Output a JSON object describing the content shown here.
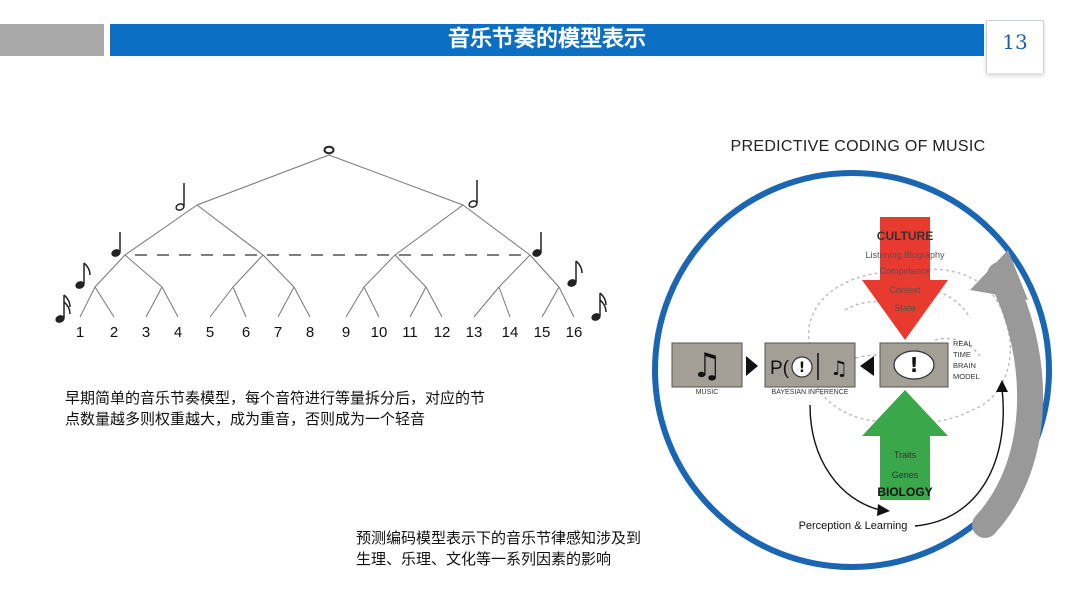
{
  "header": {
    "title": "音乐节奏的模型表示",
    "page_number": "13"
  },
  "tree": {
    "leaf_labels": [
      "1",
      "2",
      "3",
      "4",
      "5",
      "6",
      "7",
      "8",
      "9",
      "10",
      "11",
      "12",
      "13",
      "14",
      "15",
      "16"
    ]
  },
  "captions": {
    "left_line1": "早期简单的音乐节奏模型，每个音符进行等量拆分后，对应的节",
    "left_line2": "点数量越多则权重越大，成为重音，否则成为一个轻音",
    "right_line1": "预测编码模型表示下的音乐节律感知涉及到",
    "right_line2": "生理、乐理、文化等一系列因素的影响"
  },
  "predictive": {
    "title": "PREDICTIVE CODING OF MUSIC",
    "culture": "CULTURE",
    "culture_items": [
      "Listening Biography",
      "Competence",
      "Context",
      "State"
    ],
    "music": "MUSIC",
    "bayesian": "BAYESIAN INFERENCE",
    "model": [
      "REAL",
      "TIME",
      "BRAIN",
      "MODEL"
    ],
    "biology": "BIOLOGY",
    "biology_items": [
      "Traits",
      "Genes"
    ],
    "perception": "Perception & Learning"
  },
  "colors": {
    "accent_blue": "#0b6fc4",
    "header_gray": "#a9a9a9",
    "culture_red": "#e83a2e",
    "biology_green": "#3aa84a",
    "circle_blue": "#1b66b3"
  }
}
